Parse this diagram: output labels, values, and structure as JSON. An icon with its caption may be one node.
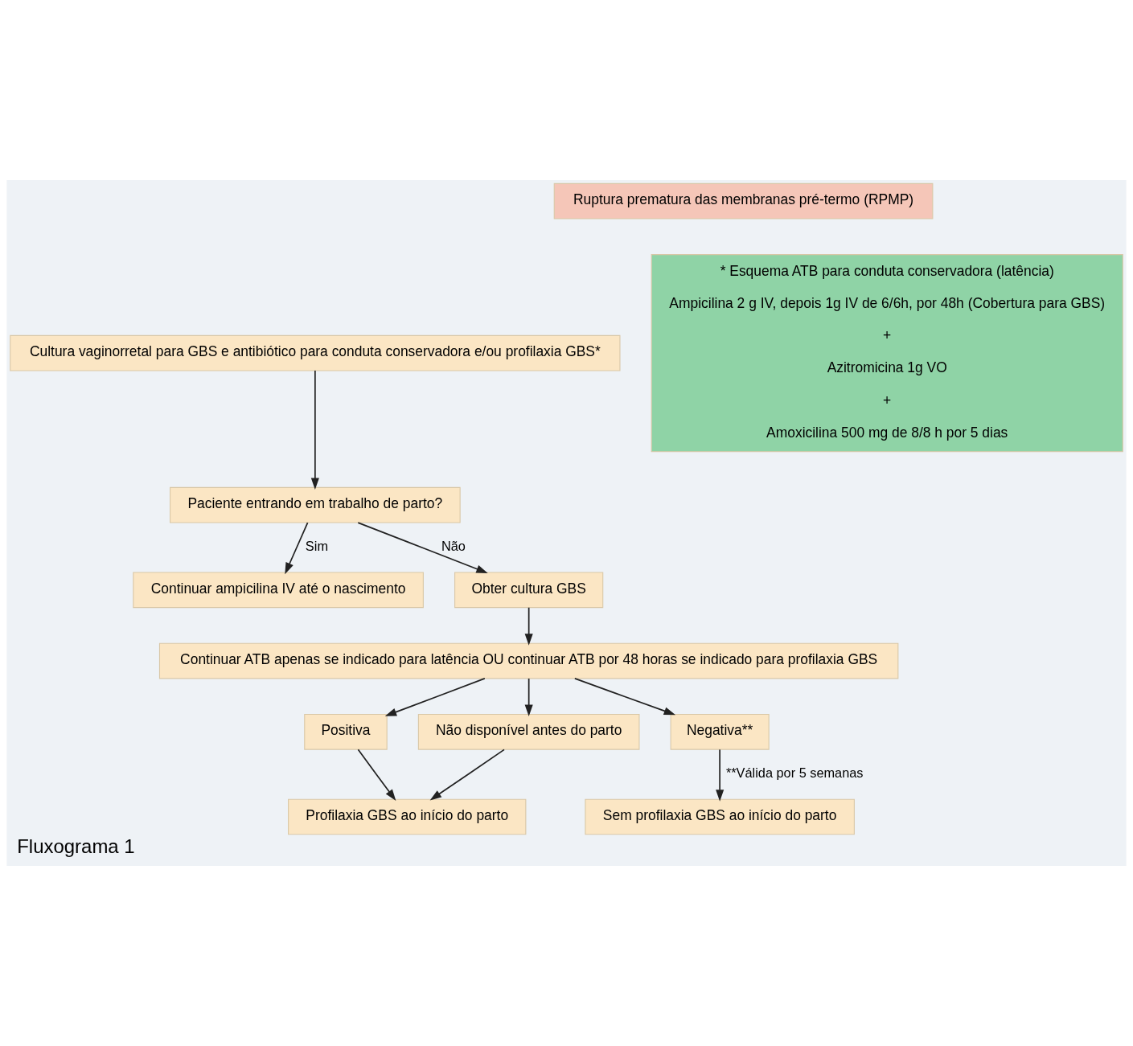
{
  "diagram": {
    "caption": "Fluxograma 1",
    "nodes": [
      {
        "text": [
          "Ruptura prematura das membranas pré-termo (RPMP)"
        ]
      },
      {
        "text": [
          "Cultura vaginorretal para GBS e antibiótico para conduta conservadora e/ou profilaxia GBS*"
        ]
      },
      {
        "text": [
          "Paciente entrando em trabalho de parto?"
        ]
      },
      {
        "text": [
          "Continuar ampicilina IV até o nascimento"
        ]
      },
      {
        "text": [
          "Obter cultura GBS"
        ]
      },
      {
        "text": [
          "Continuar ATB apenas se indicado para latência OU continuar ATB por 48 horas se indicado para profilaxia GBS"
        ]
      },
      {
        "text": [
          "Positiva"
        ]
      },
      {
        "text": [
          "Não disponível antes do parto"
        ]
      },
      {
        "text": [
          "Negativa**"
        ]
      },
      {
        "text": [
          "Profilaxia GBS ao início do parto"
        ]
      },
      {
        "text": [
          "Sem profilaxia GBS ao início do parto"
        ]
      },
      {
        "text": [
          "* Esquema ATB para conduta conservadora (latência)",
          "Ampicilina 2 g IV, depois 1g IV de 6/6h, por 48h (Cobertura para GBS)",
          "+",
          "Azitromicina 1g VO",
          "+",
          "Amoxicilina 500 mg de 8/8 h por 5 dias"
        ]
      }
    ],
    "edges": [
      {
        "from": 1,
        "to": 2,
        "arrow": "to"
      },
      {
        "from": 2,
        "to": 3,
        "arrow": "to",
        "label": "Sim"
      },
      {
        "from": 2,
        "to": 4,
        "arrow": "to",
        "label": "Não"
      },
      {
        "from": 4,
        "to": 5,
        "arrow": "to"
      },
      {
        "from": 5,
        "to": 6,
        "arrow": "to"
      },
      {
        "from": 5,
        "to": 7,
        "arrow": "to"
      },
      {
        "from": 5,
        "to": 8,
        "arrow": "to"
      },
      {
        "from": 6,
        "to": 9,
        "arrow": "to"
      },
      {
        "from": 7,
        "to": 9,
        "arrow": "to"
      },
      {
        "from": 8,
        "to": 10,
        "arrow": "to",
        "label": "**Válida por 5 semanas"
      }
    ]
  }
}
